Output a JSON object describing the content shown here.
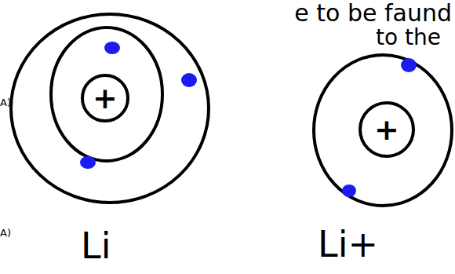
{
  "diagram": {
    "nodes": [
      {
        "text": [
          "+"
        ]
      },
      {
        "text": [
          "+"
        ]
      }
    ],
    "labels": [
      "e to be faund",
      "to the",
      "A)",
      "A)",
      "Li",
      "Li+"
    ]
  }
}
